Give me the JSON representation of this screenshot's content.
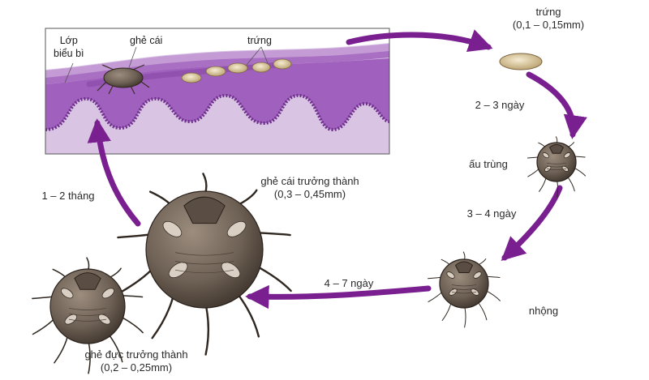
{
  "skin_box": {
    "epidermis_label": [
      "Lớp",
      "biểu bì"
    ],
    "female_mite_label": "ghẻ cái",
    "eggs_label": "trứng"
  },
  "stages": {
    "egg": {
      "name": "trứng",
      "size": "(0,1 – 0,15mm)"
    },
    "larva": {
      "name": "ấu trùng"
    },
    "nymph": {
      "name": "nhộng"
    },
    "adult_female": {
      "name": "ghẻ cái trưởng thành",
      "size": "(0,3 – 0,45mm)"
    },
    "adult_male": {
      "name": "ghẻ đực trưởng thành",
      "size": "(0,2 – 0,25mm)"
    }
  },
  "durations": {
    "egg_to_larva": "2 – 3 ngày",
    "larva_to_nymph": "3 – 4 ngày",
    "nymph_to_adult": "4 – 7 ngày",
    "adult_to_skin": "1 – 2 tháng"
  },
  "colors": {
    "arrow": "#7a1f8f",
    "skin_tissue": "#b07ac8",
    "dermis": "#d9c4e4",
    "mite_body": "#6e6155",
    "egg": "#d8c59a"
  }
}
